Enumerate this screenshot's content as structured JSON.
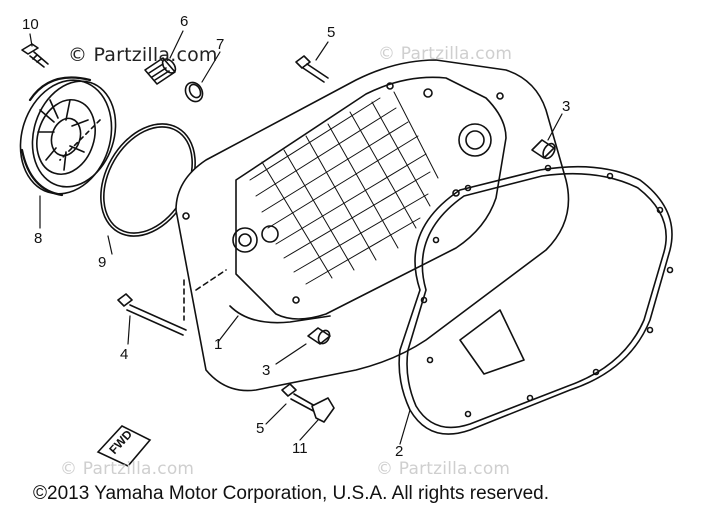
{
  "watermark": {
    "main": "© Partzilla.com",
    "faded": "© Partzilla.com"
  },
  "callouts": {
    "n10": "10",
    "n6": "6",
    "n7": "7",
    "n5a": "5",
    "n3a": "3",
    "n8": "8",
    "n9": "9",
    "n4": "4",
    "n1": "1",
    "n3b": "3",
    "n5b": "5",
    "n11": "11",
    "n2": "2"
  },
  "fwd_tag": "FWD",
  "copyright": "©2013  Yamaha Motor Corporation, U.S.A. All rights reserved."
}
